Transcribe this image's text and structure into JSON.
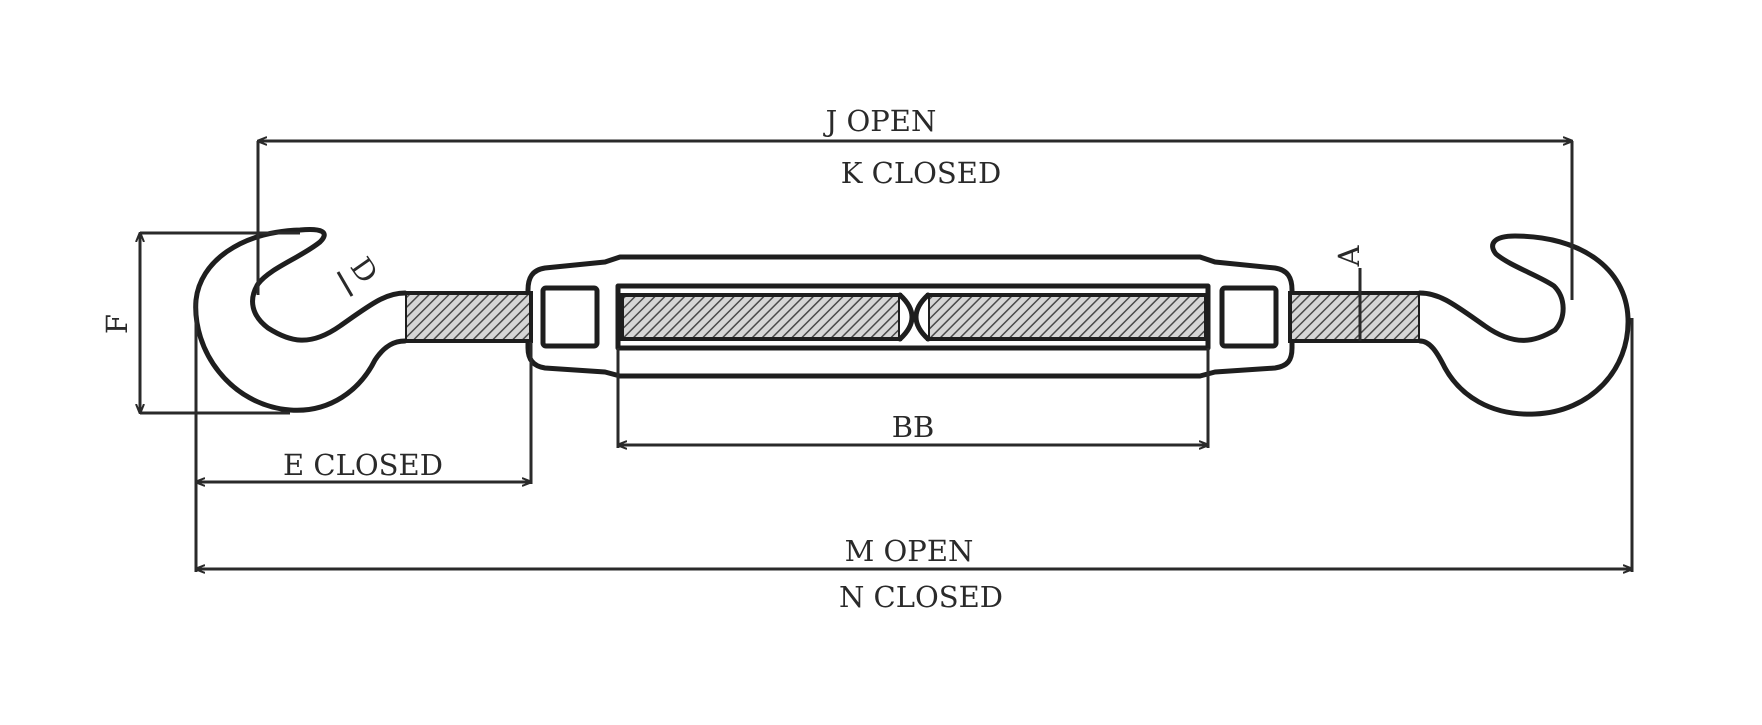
{
  "diagram": {
    "dimensions": {
      "j_open": "J OPEN",
      "k_closed": "K CLOSED",
      "e_closed": "E CLOSED",
      "bb": "BB",
      "m_open": "M OPEN",
      "n_closed": "N CLOSED",
      "f": "F",
      "d": "D",
      "a": "A"
    },
    "line_color": "#1e1e1e",
    "background": "#ffffff"
  }
}
